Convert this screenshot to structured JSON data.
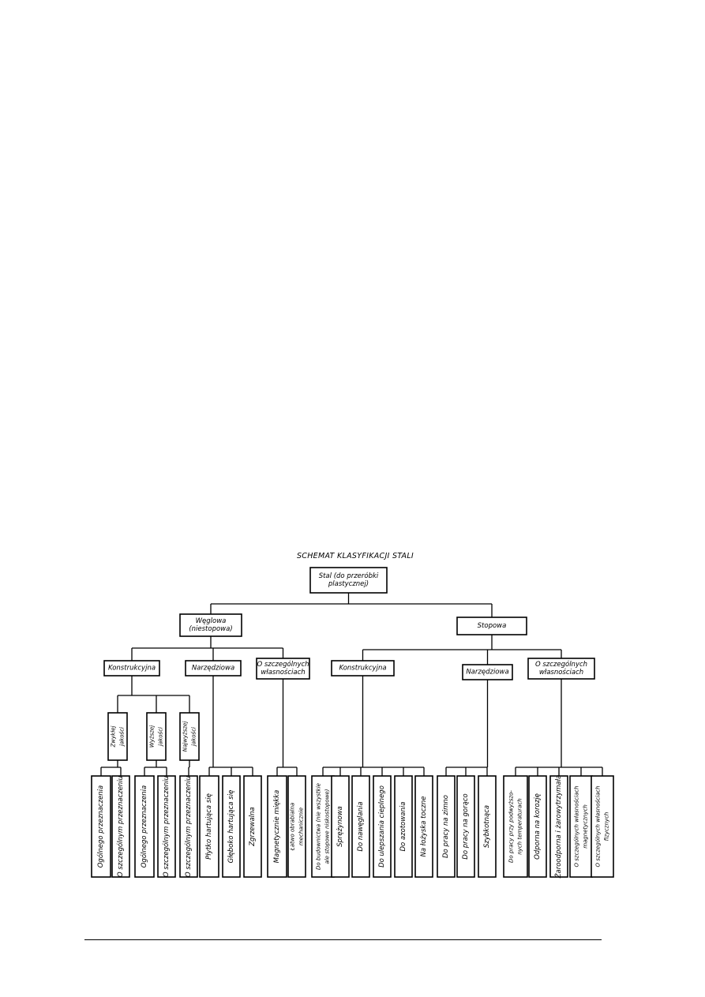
{
  "title": "SCHEMAT KLASYFIKACJI STALI",
  "root": [
    "Stal (do przeróbki",
    "plastycznej)"
  ],
  "level1": [
    {
      "id": "weglowa",
      "lines": [
        "Węglowa",
        "(niestopowa)"
      ]
    },
    {
      "id": "stopowa",
      "lines": [
        "Stopowa"
      ]
    }
  ],
  "level2": [
    {
      "id": "w-konstr",
      "parent": "weglowa",
      "lines": [
        "Konstrukcyjna"
      ]
    },
    {
      "id": "w-narz",
      "parent": "weglowa",
      "lines": [
        "Narzędziowa"
      ]
    },
    {
      "id": "w-szcz",
      "parent": "weglowa",
      "lines": [
        "O szczególnych",
        "własnościach"
      ]
    },
    {
      "id": "s-konstr",
      "parent": "stopowa",
      "lines": [
        "Konstrukcyjna"
      ]
    },
    {
      "id": "s-narz",
      "parent": "stopowa",
      "lines": [
        "Narzędziowa"
      ]
    },
    {
      "id": "s-szcz",
      "parent": "stopowa",
      "lines": [
        "O szczególnych",
        "własnościach"
      ]
    }
  ],
  "level3": [
    {
      "id": "zwyklej",
      "parent": "w-konstr",
      "lines": [
        "Zwykłej",
        "jakości"
      ]
    },
    {
      "id": "wyzszej",
      "parent": "w-konstr",
      "lines": [
        "Wyższej",
        "jakości"
      ]
    },
    {
      "id": "najwyzszej",
      "parent": "w-konstr",
      "lines": [
        "Najwyższej",
        "jakości"
      ]
    }
  ],
  "leaves": [
    {
      "parent": "zwyklej",
      "lines": [
        "Ogólnego przeznaczenia"
      ]
    },
    {
      "parent": "zwyklej",
      "lines": [
        "O szczególnym przeznaczeniu"
      ]
    },
    {
      "parent": "wyzszej",
      "lines": [
        "Ogólnego przeznaczenia"
      ]
    },
    {
      "parent": "wyzszej",
      "lines": [
        "O szczególnym przeznaczeniu"
      ]
    },
    {
      "parent": "najwyzszej",
      "lines": [
        "O szczególnym przeznaczeniu"
      ]
    },
    {
      "parent": "w-narz",
      "lines": [
        "Płytko hartująca się"
      ]
    },
    {
      "parent": "w-narz",
      "lines": [
        "Głęboko hartująca się"
      ]
    },
    {
      "parent": "w-narz",
      "lines": [
        "Zgrzewalna"
      ]
    },
    {
      "parent": "w-szcz",
      "lines": [
        "Magnetycznie miękka"
      ]
    },
    {
      "parent": "w-szcz",
      "lines": [
        "Łatwo obrabialna",
        "mechanicznie"
      ]
    },
    {
      "parent": "s-konstr",
      "lines": [
        "Do budownictwa (nie wszystkie",
        "ale stopowe niskostopowe)"
      ]
    },
    {
      "parent": "s-konstr",
      "lines": [
        "Sprężynowa"
      ]
    },
    {
      "parent": "s-konstr",
      "lines": [
        "Do nawęglania"
      ]
    },
    {
      "parent": "s-konstr",
      "lines": [
        "Do ulepszania cieplnego"
      ]
    },
    {
      "parent": "s-konstr",
      "lines": [
        "Do azotowania"
      ]
    },
    {
      "parent": "s-konstr",
      "lines": [
        "Na łożyska toczne"
      ]
    },
    {
      "parent": "s-narz",
      "lines": [
        "Do pracy na zimno"
      ]
    },
    {
      "parent": "s-narz",
      "lines": [
        "Do pracy na gorąco"
      ]
    },
    {
      "parent": "s-narz",
      "lines": [
        "Szybkotnąca"
      ]
    },
    {
      "parent": "s-szcz",
      "lines": [
        "Do pracy przy podwyższo-",
        "nych temperaturach"
      ]
    },
    {
      "parent": "s-szcz",
      "lines": [
        "Odporna na korozję"
      ]
    },
    {
      "parent": "s-szcz",
      "lines": [
        "Żaroodporna i żarowytrzymała"
      ]
    },
    {
      "parent": "s-szcz",
      "lines": [
        "O szczególnych własnościach",
        "magnetycznych"
      ]
    },
    {
      "parent": "s-szcz",
      "lines": [
        "O szczególnych własnościach",
        "fizycznych"
      ]
    }
  ]
}
